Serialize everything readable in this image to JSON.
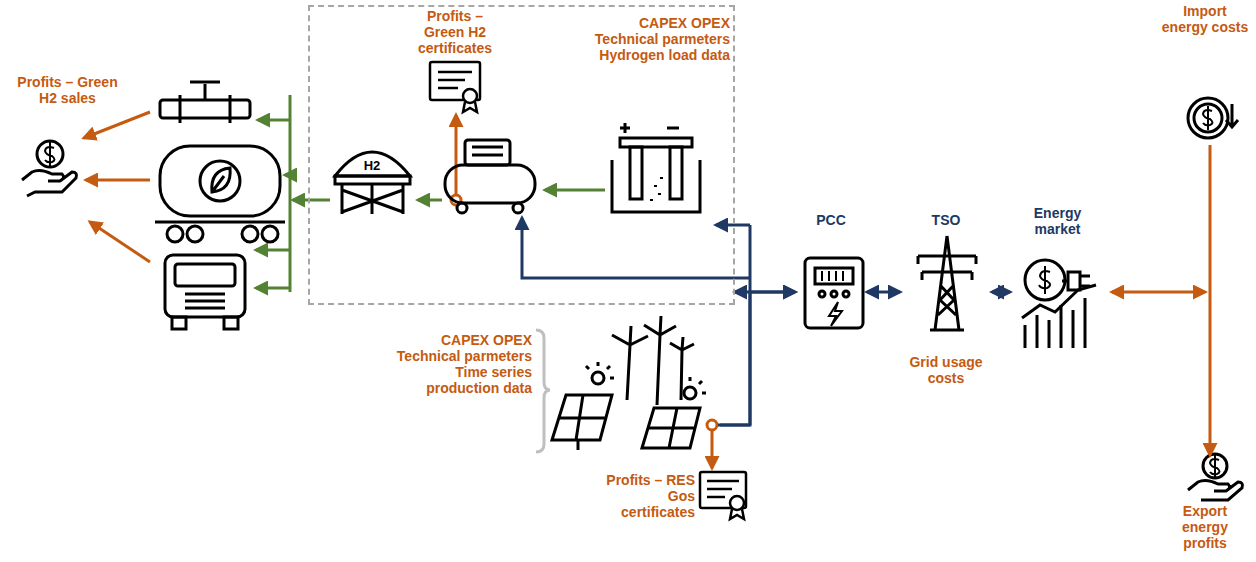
{
  "diagram": {
    "nodes": [
      {
        "text": [
          "CAPEX OPEX Technical parmeters Hydrogen load data"
        ]
      },
      {
        "text": [
          "H2"
        ],
        "in": 0
      },
      {
        "text": [
          "Profits – Green H2 certificates"
        ]
      },
      {
        "text": [
          "Profits – Green H2 sales"
        ]
      },
      {
        "text": [
          "CAPEX OPEX Technical parmeters Time series production data"
        ]
      },
      {
        "text": [
          "Profits – RES Gos certificates"
        ]
      },
      {
        "text": [
          "PCC"
        ]
      },
      {
        "text": [
          "TSO",
          "Grid usage costs"
        ]
      },
      {
        "text": [
          "Energy market"
        ]
      },
      {
        "text": [
          "Import energy costs"
        ]
      },
      {
        "text": [
          "Export energy profits"
        ]
      }
    ],
    "edges": [
      {
        "from": 0,
        "to": 6,
        "arrow": "both"
      },
      {
        "from": 4,
        "to": 6,
        "arrow": "to"
      },
      {
        "from": 6,
        "to": 7,
        "arrow": "both"
      },
      {
        "from": 7,
        "to": 8,
        "arrow": "both"
      },
      {
        "from": 9,
        "to": 10,
        "arrow": "to"
      },
      {
        "from": 4,
        "to": 5,
        "arrow": "to"
      }
    ]
  }
}
